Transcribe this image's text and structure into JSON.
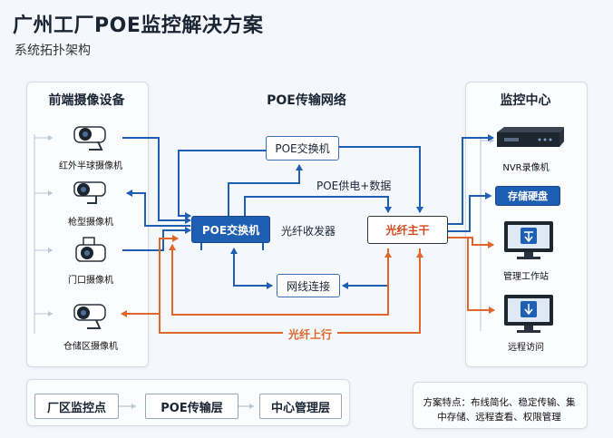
{
  "header": {
    "title": "广州工厂POE监控解决方案",
    "subtitle": "系统拓扑架构"
  },
  "panels": {
    "left_title": "前端摄像设备",
    "middle_title": "POE传输网络",
    "right_title": "监控中心"
  },
  "cameras": [
    {
      "label": "红外半球摄像机",
      "icon": "dome-camera-icon"
    },
    {
      "label": "枪型摄像机",
      "icon": "bullet-camera-icon"
    },
    {
      "label": "门口摄像机",
      "icon": "door-camera-icon"
    },
    {
      "label": "仓储区摄像机",
      "icon": "warehouse-camera-icon"
    }
  ],
  "network": {
    "poe_switch_top": "POE交换机",
    "poe_power_data": "POE供电+数据",
    "poe_switch_main": "POE交换机",
    "fiber_transceiver": "光纤收发器",
    "fiber_trunk": "光纤主干",
    "cable_connect": "网线连接",
    "fiber_uplink": "光纤上行"
  },
  "center": {
    "nvr": "NVR录像机",
    "storage": "存储硬盘",
    "workstation": "管理工作站",
    "remote": "远程访问"
  },
  "legend": [
    "厂区监控点",
    "POE传输层",
    "中心管理层"
  ],
  "note": {
    "line1": "方案特点：布线简化、稳定传输、集",
    "line2": "中存储、远程查看、权限管理"
  },
  "colors": {
    "blue": "#1f5fb3",
    "orange": "#e0662a"
  }
}
